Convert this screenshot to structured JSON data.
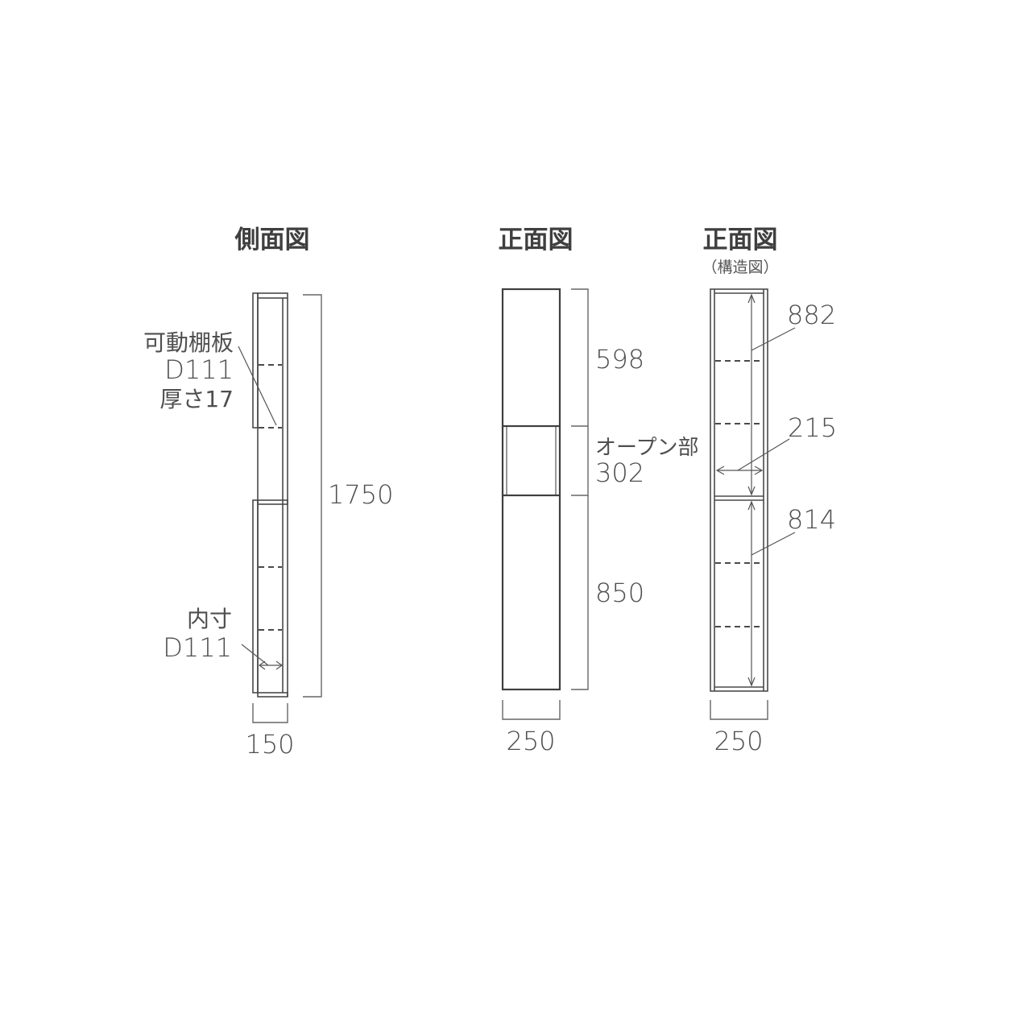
{
  "colors": {
    "line": "#4a4a4a",
    "text": "#4f4f4f",
    "background": "#ffffff"
  },
  "side_view": {
    "title": "側面図",
    "shelf_label": {
      "line1": "可動棚板",
      "line2": "D111",
      "line3": "厚さ17"
    },
    "inner_label": {
      "line1": "内寸",
      "line2": "D111"
    },
    "height": "1750",
    "depth": "150"
  },
  "front_view": {
    "title": "正面図",
    "upper_height": "598",
    "open_label": "オープン部",
    "open_height": "302",
    "lower_height": "850",
    "width": "250"
  },
  "structure_view": {
    "title": "正面図",
    "subtitle": "（構造図）",
    "upper_inner_height": "882",
    "inner_width": "215",
    "lower_inner_height": "814",
    "width": "250"
  }
}
